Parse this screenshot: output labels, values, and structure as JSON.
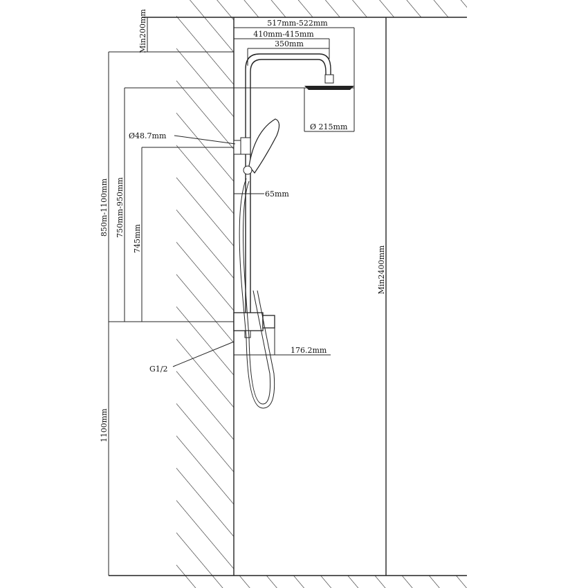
{
  "diagram": {
    "title": "Shower column installation dimensions",
    "colors": {
      "line": "#222222",
      "background": "#ffffff"
    },
    "labels": {
      "min_ceiling_gap": "Min200mm",
      "overall_width": "517mm-522mm",
      "arm_reach": "410mm-415mm",
      "arm_length": "350mm",
      "head_diameter": "Ø 215mm",
      "bracket_diameter": "Ø48.7mm",
      "rail_offset": "65mm",
      "outlet_height": "850m-1100mm",
      "head_height": "750mm-950mm",
      "bracket_height": "745mm",
      "room_height": "Min2400mm",
      "valve_depth": "176.2mm",
      "inlet_thread": "G1/2",
      "valve_height": "1100mm"
    }
  }
}
